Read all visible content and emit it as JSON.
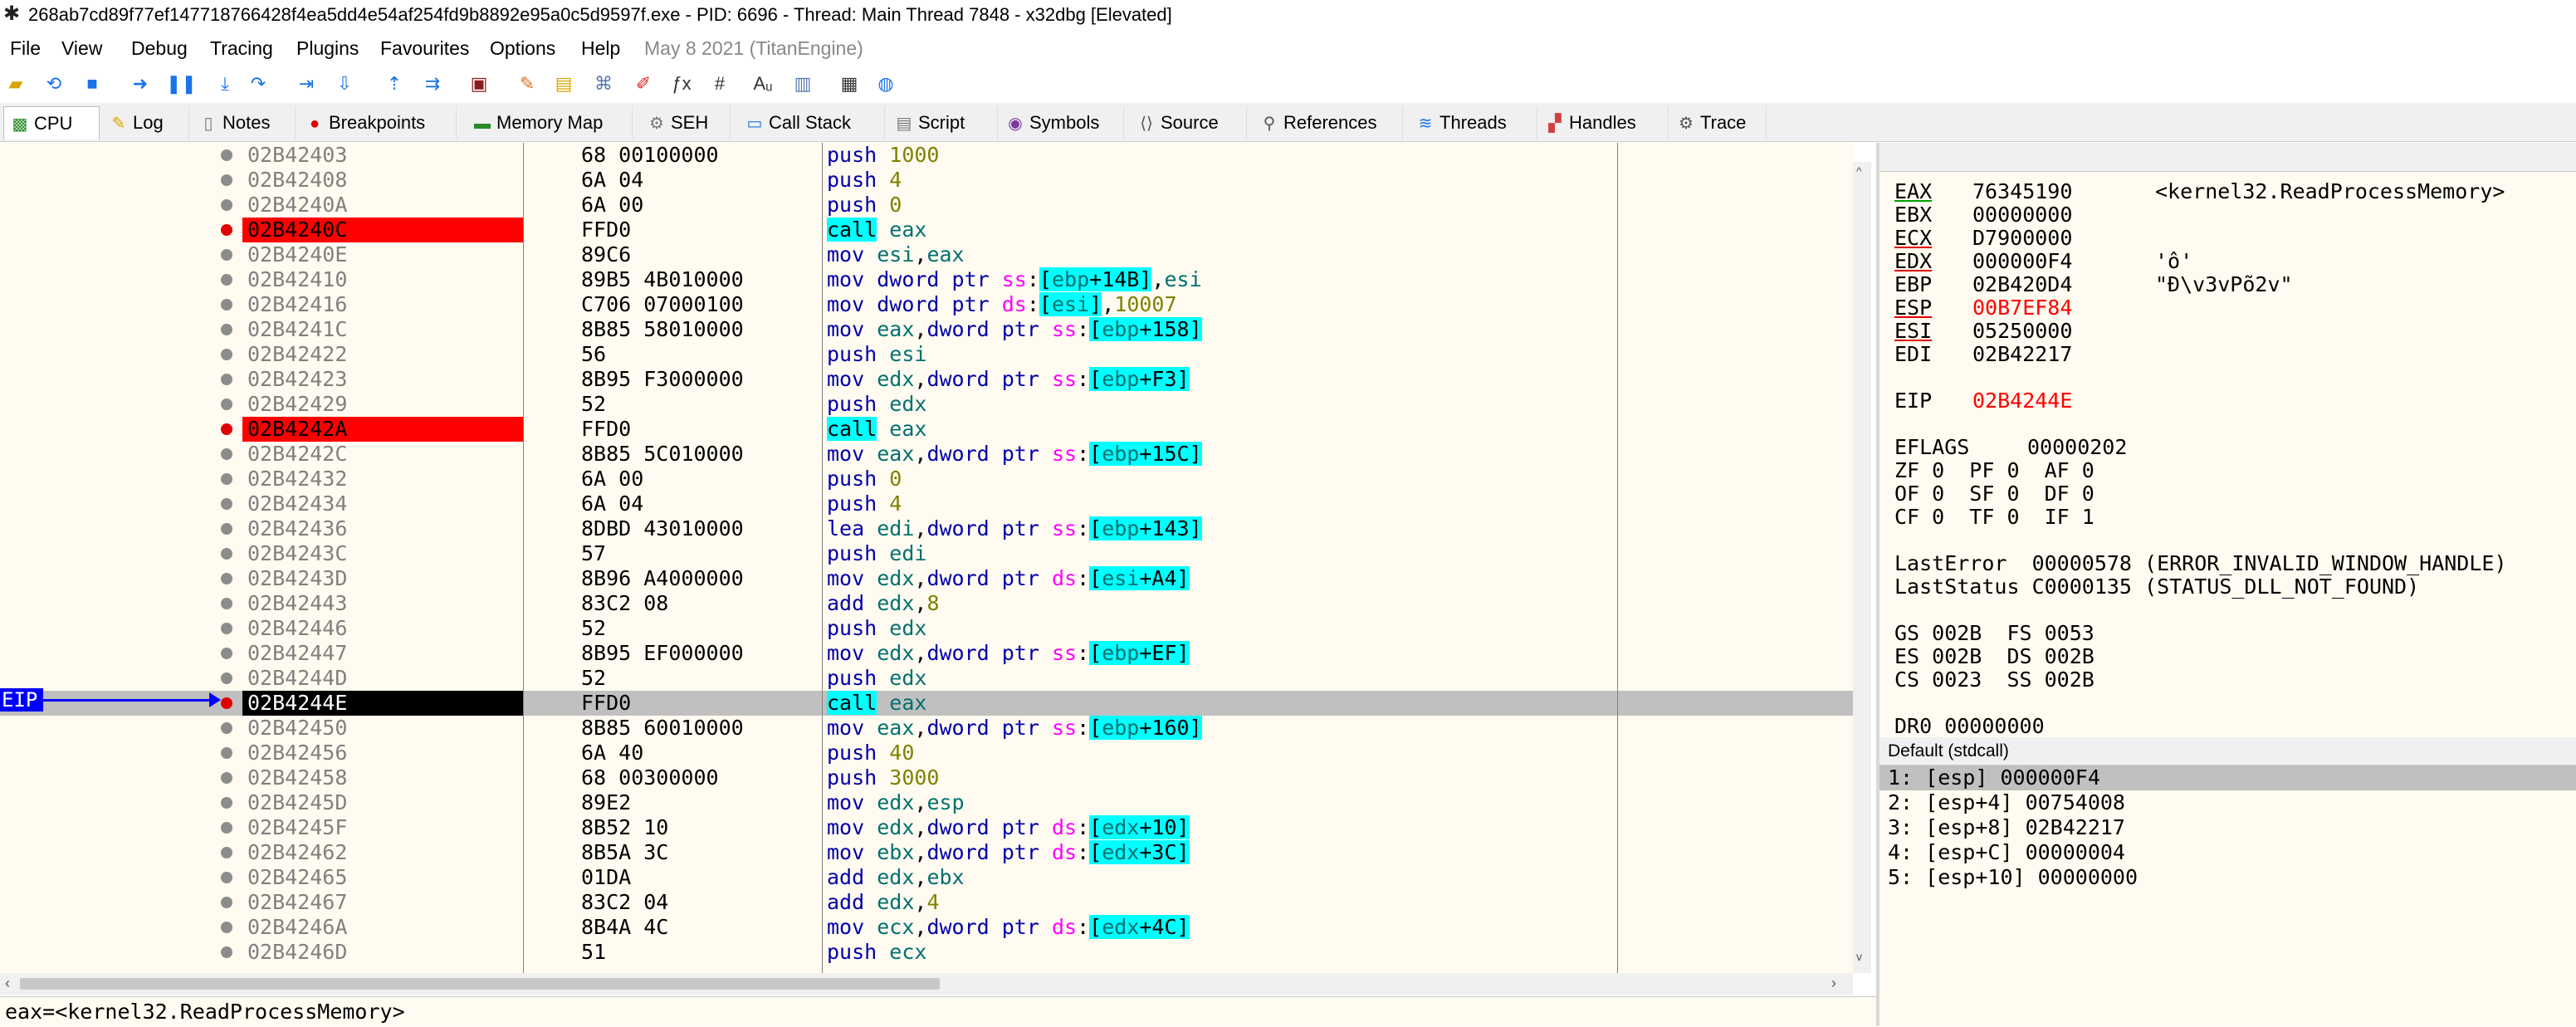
{
  "window": {
    "title": "268ab7cd89f77ef147718766428f4ea5dd4e54af254fd9b8892e95a0c5d9597f.exe - PID: 6696 - Thread: Main Thread 7848 - x32dbg [Elevated]"
  },
  "menu": {
    "items": [
      "File",
      "View",
      "Debug",
      "Tracing",
      "Plugins",
      "Favourites",
      "Options",
      "Help"
    ],
    "date": "May 8 2021 (TitanEngine)"
  },
  "toolbar": {
    "icons": [
      "open-icon",
      "restart-icon",
      "stop-icon",
      "run-icon",
      "pause-icon",
      "step-into-icon",
      "step-over-icon",
      "trace-into-icon",
      "trace-over-icon",
      "execute-till-return-icon",
      "run-to-user-code-icon",
      "scylla-icon",
      "patch-icon",
      "comment-icon",
      "label-icon",
      "bookmark-icon",
      "function-icon",
      "hash-icon",
      "font-icon",
      "graph-icon",
      "calculator-icon",
      "web-icon"
    ]
  },
  "tabs": [
    {
      "label": "CPU",
      "icon": "cpu-icon",
      "active": true
    },
    {
      "label": "Log",
      "icon": "log-icon"
    },
    {
      "label": "Notes",
      "icon": "notes-icon"
    },
    {
      "label": "Breakpoints",
      "icon": "breakpoint-icon"
    },
    {
      "label": "Memory Map",
      "icon": "memory-icon"
    },
    {
      "label": "SEH",
      "icon": "seh-icon"
    },
    {
      "label": "Call Stack",
      "icon": "callstack-icon"
    },
    {
      "label": "Script",
      "icon": "script-icon"
    },
    {
      "label": "Symbols",
      "icon": "symbols-icon"
    },
    {
      "label": "Source",
      "icon": "source-icon"
    },
    {
      "label": "References",
      "icon": "references-icon"
    },
    {
      "label": "Threads",
      "icon": "threads-icon"
    },
    {
      "label": "Handles",
      "icon": "handles-icon"
    },
    {
      "label": "Trace",
      "icon": "trace-icon"
    }
  ],
  "disasm": {
    "eip_label": "EIP",
    "rows": [
      {
        "addr": "02B42403",
        "bytes": "68 00100000",
        "instr": "push 1000"
      },
      {
        "addr": "02B42408",
        "bytes": "6A 04",
        "instr": "push 4"
      },
      {
        "addr": "02B4240A",
        "bytes": "6A 00",
        "instr": "push 0"
      },
      {
        "addr": "02B4240C",
        "bytes": "FFD0",
        "instr": "call eax",
        "bp": true
      },
      {
        "addr": "02B4240E",
        "bytes": "89C6",
        "instr": "mov esi,eax"
      },
      {
        "addr": "02B42410",
        "bytes": "89B5 4B010000",
        "instr": "mov dword ptr ss:[ebp+14B],esi"
      },
      {
        "addr": "02B42416",
        "bytes": "C706 07000100",
        "instr": "mov dword ptr ds:[esi],10007"
      },
      {
        "addr": "02B4241C",
        "bytes": "8B85 58010000",
        "instr": "mov eax,dword ptr ss:[ebp+158]"
      },
      {
        "addr": "02B42422",
        "bytes": "56",
        "instr": "push esi"
      },
      {
        "addr": "02B42423",
        "bytes": "8B95 F3000000",
        "instr": "mov edx,dword ptr ss:[ebp+F3]"
      },
      {
        "addr": "02B42429",
        "bytes": "52",
        "instr": "push edx"
      },
      {
        "addr": "02B4242A",
        "bytes": "FFD0",
        "instr": "call eax",
        "bp": true
      },
      {
        "addr": "02B4242C",
        "bytes": "8B85 5C010000",
        "instr": "mov eax,dword ptr ss:[ebp+15C]"
      },
      {
        "addr": "02B42432",
        "bytes": "6A 00",
        "instr": "push 0"
      },
      {
        "addr": "02B42434",
        "bytes": "6A 04",
        "instr": "push 4"
      },
      {
        "addr": "02B42436",
        "bytes": "8DBD 43010000",
        "instr": "lea edi,dword ptr ss:[ebp+143]"
      },
      {
        "addr": "02B4243C",
        "bytes": "57",
        "instr": "push edi"
      },
      {
        "addr": "02B4243D",
        "bytes": "8B96 A4000000",
        "instr": "mov edx,dword ptr ds:[esi+A4]"
      },
      {
        "addr": "02B42443",
        "bytes": "83C2 08",
        "instr": "add edx,8"
      },
      {
        "addr": "02B42446",
        "bytes": "52",
        "instr": "push edx"
      },
      {
        "addr": "02B42447",
        "bytes": "8B95 EF000000",
        "instr": "mov edx,dword ptr ss:[ebp+EF]"
      },
      {
        "addr": "02B4244D",
        "bytes": "52",
        "instr": "push edx"
      },
      {
        "addr": "02B4244E",
        "bytes": "FFD0",
        "instr": "call eax",
        "bp": true,
        "eip": true
      },
      {
        "addr": "02B42450",
        "bytes": "8B85 60010000",
        "instr": "mov eax,dword ptr ss:[ebp+160]"
      },
      {
        "addr": "02B42456",
        "bytes": "6A 40",
        "instr": "push 40"
      },
      {
        "addr": "02B42458",
        "bytes": "68 00300000",
        "instr": "push 3000"
      },
      {
        "addr": "02B4245D",
        "bytes": "89E2",
        "instr": "mov edx,esp"
      },
      {
        "addr": "02B4245F",
        "bytes": "8B52 10",
        "instr": "mov edx,dword ptr ds:[edx+10]"
      },
      {
        "addr": "02B42462",
        "bytes": "8B5A 3C",
        "instr": "mov ebx,dword ptr ds:[edx+3C]"
      },
      {
        "addr": "02B42465",
        "bytes": "01DA",
        "instr": "add edx,ebx"
      },
      {
        "addr": "02B42467",
        "bytes": "83C2 04",
        "instr": "add edx,4"
      },
      {
        "addr": "02B4246A",
        "bytes": "8B4A 4C",
        "instr": "mov ecx,dword ptr ds:[edx+4C]"
      },
      {
        "addr": "02B4246D",
        "bytes": "51",
        "instr": "push ecx"
      }
    ]
  },
  "registers": {
    "gp": [
      {
        "name": "EAX",
        "value": "76345190",
        "comment": "<kernel32.ReadProcessMemory>",
        "ul": "g"
      },
      {
        "name": "EBX",
        "value": "00000000",
        "comment": ""
      },
      {
        "name": "ECX",
        "value": "D7900000",
        "comment": "",
        "ul": "r"
      },
      {
        "name": "EDX",
        "value": "000000F4",
        "comment": "'ô'",
        "ul": "r"
      },
      {
        "name": "EBP",
        "value": "02B420D4",
        "comment": "\"Ð\\v3vPõ2v\""
      },
      {
        "name": "ESP",
        "value": "00B7EF84",
        "comment": "",
        "red": true,
        "ul": "r"
      },
      {
        "name": "ESI",
        "value": "05250000",
        "comment": "",
        "ul": "r"
      },
      {
        "name": "EDI",
        "value": "02B42217",
        "comment": ""
      }
    ],
    "eip": {
      "name": "EIP",
      "value": "02B4244E"
    },
    "eflags": {
      "name": "EFLAGS",
      "value": "00000202"
    },
    "flags": [
      "ZF 0  PF 0  AF 0",
      "OF 0  SF 0  DF 0",
      "CF 0  TF 0  IF 1"
    ],
    "last_error": "LastError  00000578 (ERROR_INVALID_WINDOW_HANDLE)",
    "last_status": "LastStatus C0000135 (STATUS_DLL_NOT_FOUND)",
    "segments": [
      "GS 002B  FS 0053",
      "ES 002B  DS 002B",
      "CS 0023  SS 002B"
    ],
    "dr0": "DR0 00000000"
  },
  "callconv": {
    "title": "Default (stdcall)",
    "args": [
      "1: [esp] 000000F4",
      "2: [esp+4] 00754008",
      "3: [esp+8] 02B42217",
      "4: [esp+C] 00000004",
      "5: [esp+10] 00000000"
    ]
  },
  "command": {
    "text": "eax=<kernel32.ReadProcessMemory>"
  },
  "colors": {
    "breakpoint": "#ff0000",
    "eip_bg": "#000000",
    "eip_arrow": "#0000ff",
    "mnemonic": "#0000aa",
    "call": "#00ffff",
    "imm": "#808000",
    "segment": "#ff00ff",
    "register": "#007070"
  }
}
